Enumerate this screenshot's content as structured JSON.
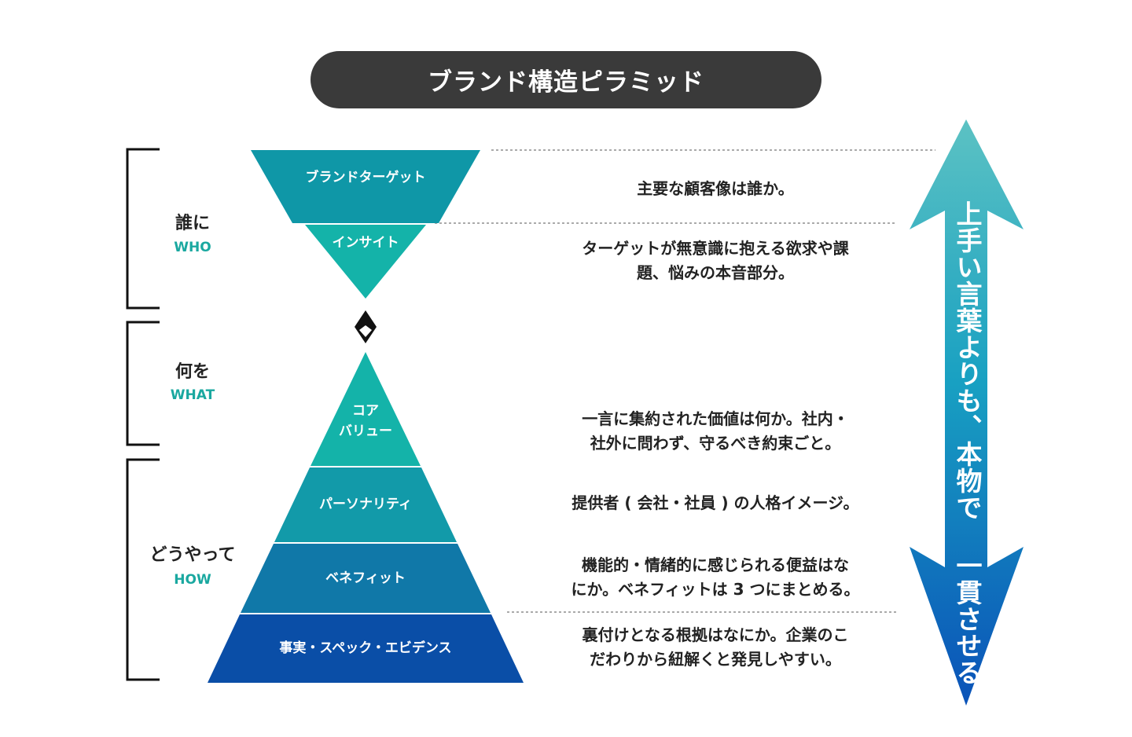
{
  "title": "ブランド構造ピラミッド",
  "groups": {
    "who": {
      "jp": "誰に",
      "en": "WHO"
    },
    "what": {
      "jp": "何を",
      "en": "WHAT"
    },
    "how": {
      "jp": "どうやって",
      "en": "HOW"
    }
  },
  "funnel": [
    {
      "label": "ブランドターゲット",
      "color": "#0f97a7"
    },
    {
      "label": "インサイト",
      "color": "#14b3a9"
    }
  ],
  "pyramid": [
    {
      "label": "コア\nバリュー",
      "color": "#14b3a9"
    },
    {
      "label": "パーソナリティ",
      "color": "#129aa9"
    },
    {
      "label": "ベネフィット",
      "color": "#1078a8"
    },
    {
      "label": "事実・スペック・エビデンス",
      "color": "#0a4ea7"
    }
  ],
  "descriptions": [
    "主要な顧客像は誰か。",
    "ターゲットが無意識に抱える欲求や課\n題、悩みの本音部分。",
    "一言に集約された価値は何か。社内・\n社外に問わず、守るべき約束ごと。",
    "提供者 ( 会社・社員 ) の人格イメージ。",
    "機能的・情緒的に感じられる便益はな\nにか。ベネフィットは 3 つにまとめる。",
    "裏付けとなる根拠はなにか。企業のこ\nだわりから紐解くと発見しやすい。"
  ],
  "arrow_text": "上手い言葉よりも、本物で 一貫させる",
  "colors": {
    "arrow_top": "#5cc2c3",
    "arrow_mid": "#18a0c2",
    "arrow_bottom": "#0a52b8",
    "title_bg": "#3a3a3a",
    "accent": "#1aa8a0"
  }
}
